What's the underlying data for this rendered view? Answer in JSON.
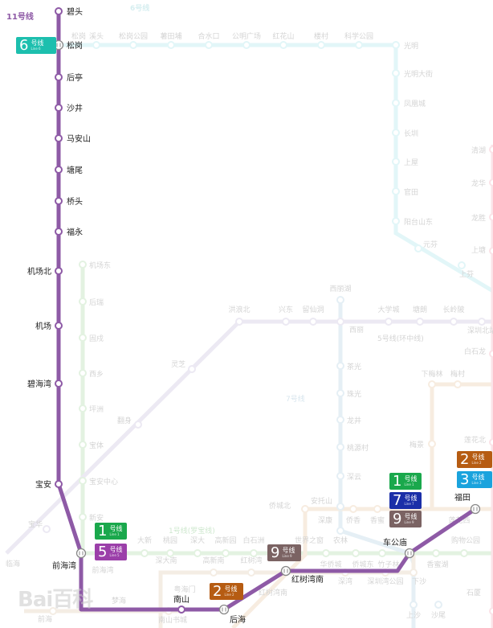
{
  "titles": {
    "line11": "11号线",
    "line6": "6号线",
    "line1": "1号线(罗宝线)",
    "line5": "5号线(环中线)",
    "line7": "7号线"
  },
  "colors": {
    "line11": "#8e5aa6",
    "line6_faded": "#e2f6f8",
    "line1_faded": "#e3f2e1",
    "line5_faded": "#ece9f3",
    "line7_faded": "#e5eff5",
    "line9_faded": "#f7ece0",
    "line2_faded": "#f4ede4",
    "line4_faded": "#fbe3e8"
  },
  "line11": {
    "stations": [
      {
        "name": "碧头",
        "interchange": false
      },
      {
        "name": "松岗",
        "interchange": true
      },
      {
        "name": "后亭",
        "interchange": false
      },
      {
        "name": "沙井",
        "interchange": false
      },
      {
        "name": "马安山",
        "interchange": false
      },
      {
        "name": "塘尾",
        "interchange": false
      },
      {
        "name": "桥头",
        "interchange": false
      },
      {
        "name": "福永",
        "interchange": false
      },
      {
        "name": "机场北",
        "interchange": false
      },
      {
        "name": "机场",
        "interchange": false
      },
      {
        "name": "碧海湾",
        "interchange": false
      },
      {
        "name": "宝安",
        "interchange": false
      },
      {
        "name": "前海湾",
        "interchange": true
      },
      {
        "name": "南山",
        "interchange": false
      },
      {
        "name": "后海",
        "interchange": true
      },
      {
        "name": "红树湾南",
        "interchange": true
      },
      {
        "name": "车公庙",
        "interchange": true
      },
      {
        "name": "福田",
        "interchange": true
      }
    ]
  },
  "badges": [
    {
      "num": "6",
      "label": "号线",
      "sub": "Line 6",
      "color": "#1dbfae"
    },
    {
      "num": "1",
      "label": "号线",
      "sub": "Line 1",
      "color": "#1aa84c"
    },
    {
      "num": "5",
      "label": "号线",
      "sub": "Line 5",
      "color": "#9b3fa9"
    },
    {
      "num": "9",
      "label": "号线",
      "sub": "Line 9",
      "color": "#7b6363"
    },
    {
      "num": "2",
      "label": "号线",
      "sub": "Line 2",
      "color": "#b65c12"
    },
    {
      "num": "1",
      "label": "号线",
      "sub": "Line 1",
      "color": "#1aa84c"
    },
    {
      "num": "7",
      "label": "号线",
      "sub": "Line 7",
      "color": "#1b2fa8"
    },
    {
      "num": "9",
      "label": "号线",
      "sub": "Line 9",
      "color": "#7b6363"
    },
    {
      "num": "2",
      "label": "号线",
      "sub": "Line 2",
      "color": "#b65c12"
    },
    {
      "num": "3",
      "label": "号线",
      "sub": "Line 3",
      "color": "#1aa3dd"
    }
  ],
  "faded": {
    "line6": [
      "松岗",
      "溪头",
      "松岗公园",
      "薯田埔",
      "合水口",
      "公明广场",
      "红花山",
      "楼村",
      "科学公园",
      "光明",
      "光明大街",
      "凤凰城",
      "长圳",
      "上屋",
      "官田",
      "阳台山东",
      "元芬",
      "上芬"
    ],
    "line1": [
      "机场东",
      "后瑞",
      "固戍",
      "西乡",
      "坪洲",
      "宝体",
      "宝安中心",
      "新安",
      "前海湾",
      "大新",
      "桃园",
      "深大",
      "高新园",
      "白石洲",
      "世界之窗",
      "华侨城",
      "侨城东",
      "竹子林",
      "香蜜湖",
      "购物公园"
    ],
    "line5": [
      "临海",
      "宝华",
      "翻身",
      "灵芝",
      "洪浪北",
      "兴东",
      "留仙洞",
      "西丽",
      "大学城",
      "塘朗",
      "长岭陂",
      "深圳北站"
    ],
    "line7": [
      "西丽湖",
      "茶光",
      "珠光",
      "龙井",
      "桃源村",
      "深云",
      "安托山",
      "农林",
      "上沙",
      "沙尾"
    ],
    "line9": [
      "侨城北",
      "深康",
      "侨香",
      "香蜜",
      "莲花西",
      "下梅林",
      "梅村",
      "梅景"
    ],
    "line2": [
      "深大南",
      "高新南",
      "红树湾",
      "粤海门",
      "红树湾南",
      "深湾",
      "深圳湾公园",
      "下沙",
      "梦海",
      "前海",
      "南山书城"
    ],
    "line4": [
      "清湖",
      "龙华",
      "龙胜",
      "上塘",
      "白石龙",
      "莲花北",
      "石厦"
    ]
  },
  "watermark": "Bai百科"
}
